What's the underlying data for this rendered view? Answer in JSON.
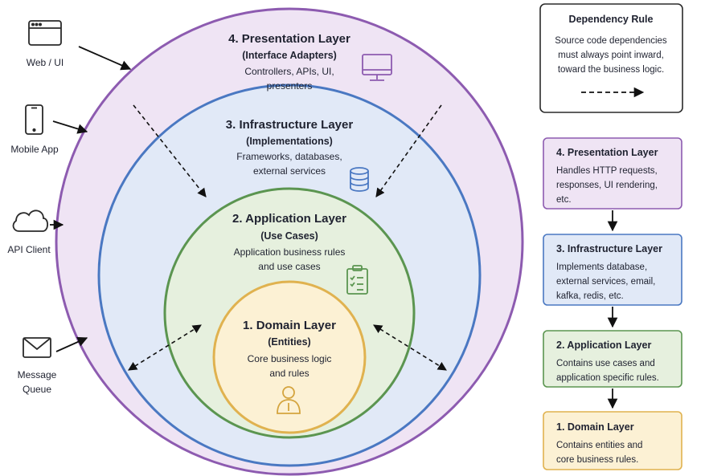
{
  "colors": {
    "presentation_fill": "#efe4f4",
    "presentation_stroke": "#8d5bb0",
    "infrastructure_fill": "#e1e9f7",
    "infrastructure_stroke": "#4a78c2",
    "application_fill": "#e6f0de",
    "application_stroke": "#5b9550",
    "domain_fill": "#fcf1d4",
    "domain_stroke": "#e0b24f",
    "box_stroke": "#2a2a2a"
  },
  "layers": {
    "presentation": {
      "title": "4. Presentation Layer",
      "subtitle": "(Interface Adapters)",
      "desc_line1": "Controllers, APIs, UI,",
      "desc_line2": "presenters",
      "icon": "monitor-icon"
    },
    "infrastructure": {
      "title": "3. Infrastructure Layer",
      "subtitle": "(Implementations)",
      "desc_line1": "Frameworks, databases,",
      "desc_line2": "external services",
      "icon": "database-icon"
    },
    "application": {
      "title": "2. Application Layer",
      "subtitle": "(Use Cases)",
      "desc_line1": "Application business rules",
      "desc_line2": "and use cases",
      "icon": "clipboard-checklist-icon"
    },
    "domain": {
      "title": "1. Domain Layer",
      "subtitle": "(Entities)",
      "desc_line1": "Core business logic",
      "desc_line2": "and rules",
      "icon": "user-icon"
    }
  },
  "clients": [
    {
      "label_line1": "Web / UI",
      "label_line2": "",
      "icon": "browser-window-icon"
    },
    {
      "label_line1": "Mobile App",
      "label_line2": "",
      "icon": "smartphone-icon"
    },
    {
      "label_line1": "API Client",
      "label_line2": "",
      "icon": "cloud-icon"
    },
    {
      "label_line1": "Message",
      "label_line2": "Queue",
      "icon": "envelope-icon"
    }
  ],
  "dependency_rule": {
    "title": "Dependency Rule",
    "line1": "Source code dependencies",
    "line2": "must always point inward,",
    "line3": "toward the business logic."
  },
  "legend": [
    {
      "title": "4. Presentation Layer",
      "line1": "Handles HTTP requests,",
      "line2": "responses, UI rendering,",
      "line3": "etc."
    },
    {
      "title": "3. Infrastructure Layer",
      "line1": "Implements database,",
      "line2": "external services, email,",
      "line3": "kafka, redis, etc."
    },
    {
      "title": "2. Application Layer",
      "line1": "Contains use cases and",
      "line2": "application specific rules.",
      "line3": ""
    },
    {
      "title": "1. Domain Layer",
      "line1": "Contains entities and",
      "line2": "core business rules.",
      "line3": ""
    }
  ]
}
